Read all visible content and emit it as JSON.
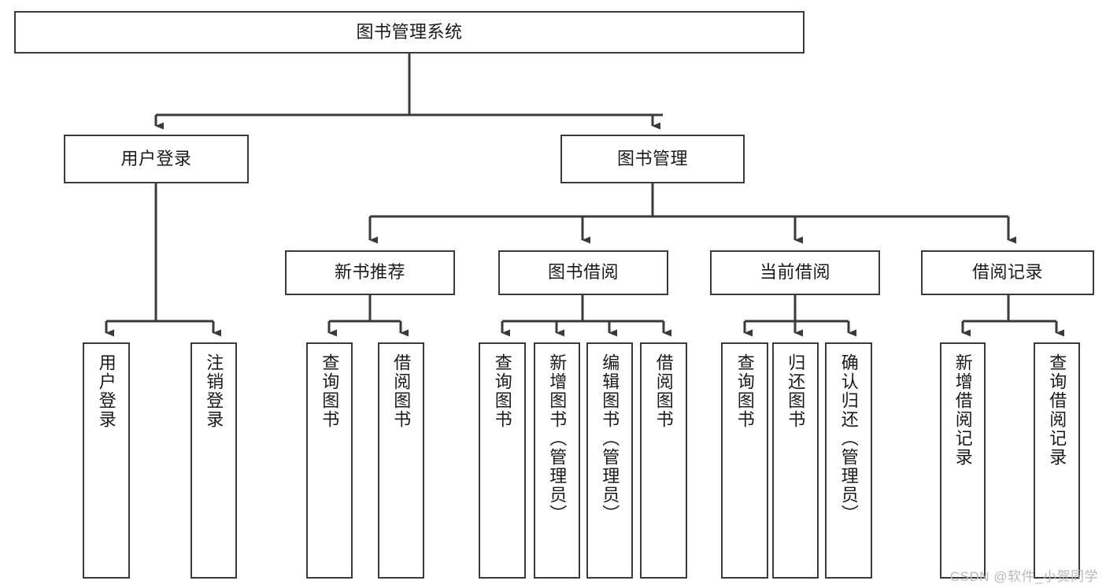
{
  "diagram": {
    "title": "图书管理系统",
    "type": "tree-hierarchy-chart",
    "watermark": "CSDN @软件_小贺同学",
    "colors": {
      "stroke": "#3a3a3a",
      "fill": "#ffffff",
      "text": "#1a1a1a",
      "watermark": "#b9b9b9"
    }
  },
  "nodes": {
    "root": {
      "label": "图书管理系统"
    },
    "level2": [
      {
        "label": "用户登录"
      },
      {
        "label": "图书管理"
      }
    ],
    "level3": [
      {
        "label": "新书推荐"
      },
      {
        "label": "图书借阅"
      },
      {
        "label": "当前借阅"
      },
      {
        "label": "借阅记录"
      }
    ],
    "leaves": {
      "user_login": [
        {
          "label": "用户登录"
        },
        {
          "label": "注销登录"
        }
      ],
      "new_book_recommend": [
        {
          "label": "查询图书"
        },
        {
          "label": "借阅图书"
        }
      ],
      "book_borrow": [
        {
          "label": "查询图书"
        },
        {
          "label": "新增图书（管理员）"
        },
        {
          "label": "编辑图书（管理员）"
        },
        {
          "label": "借阅图书"
        }
      ],
      "current_borrow": [
        {
          "label": "查询图书"
        },
        {
          "label": "归还图书"
        },
        {
          "label": "确认归还（管理员）"
        }
      ],
      "borrow_record": [
        {
          "label": "新增借阅记录"
        },
        {
          "label": "查询借阅记录"
        }
      ]
    }
  }
}
